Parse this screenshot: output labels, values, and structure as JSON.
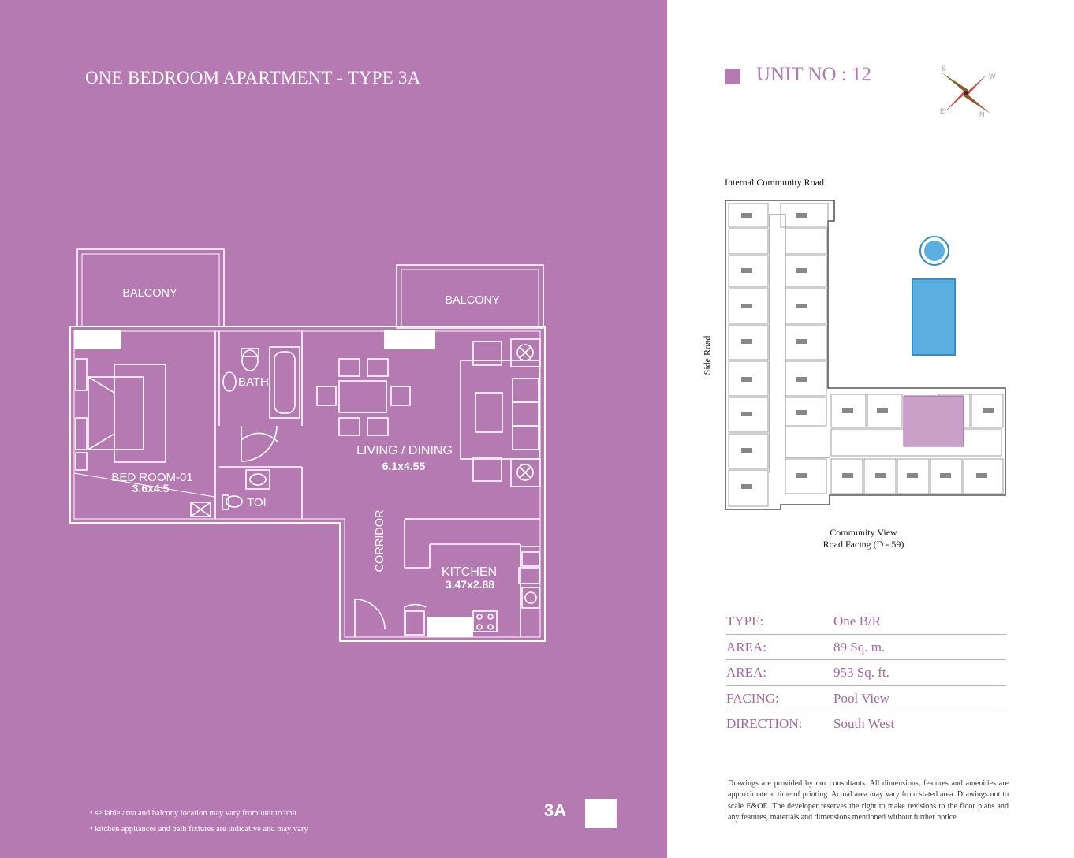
{
  "left_panel": {
    "title": "ONE BEDROOM APARTMENT  - TYPE 3A",
    "bg_color": "#b57ab2",
    "rooms": {
      "balcony_1": "BALCONY",
      "balcony_2": "BALCONY",
      "bath": "BATH",
      "bedroom_name": "BED ROOM-01",
      "bedroom_size": "3.6x4.5",
      "toilet": "TOI",
      "living_name": "LIVING / DINING",
      "living_size": "6.1x4.55",
      "corridor": "CORRIDOR",
      "kitchen_name": "KITCHEN",
      "kitchen_size": "3.47x2.88"
    },
    "notes": [
      "• sellable area and balcony location may vary from unit to unit",
      "• kitchen appliances and bath fixtures are indicative and may vary"
    ],
    "type_code": "3A"
  },
  "right_panel": {
    "unit_title": "UNIT NO : 12",
    "accent_color": "#b57ab2",
    "compass": {
      "s": "S",
      "w": "W",
      "n": "N",
      "e": "E"
    },
    "site_labels": {
      "top": "Internal Community Road",
      "side": "Side Road",
      "bottom_line1": "Community View",
      "bottom_line2": "Road Facing (D - 59)"
    },
    "specs": [
      {
        "label": "TYPE:",
        "value": "One B/R"
      },
      {
        "label": "AREA:",
        "value": "89 Sq. m."
      },
      {
        "label": "AREA:",
        "value": "953 Sq. ft."
      },
      {
        "label": "FACING:",
        "value": "Pool View"
      },
      {
        "label": "DIRECTION:",
        "value": "South West"
      }
    ],
    "disclaimer": "Drawings are provided by our consultants. All dimensions, features and amenities are approximate at time of printing. Actual area may vary from stated area. Drawings not to scale E&OE. The developer reserves the right to make revisions to the floor plans and any features, materials and dimensions mentioned without further notice."
  }
}
